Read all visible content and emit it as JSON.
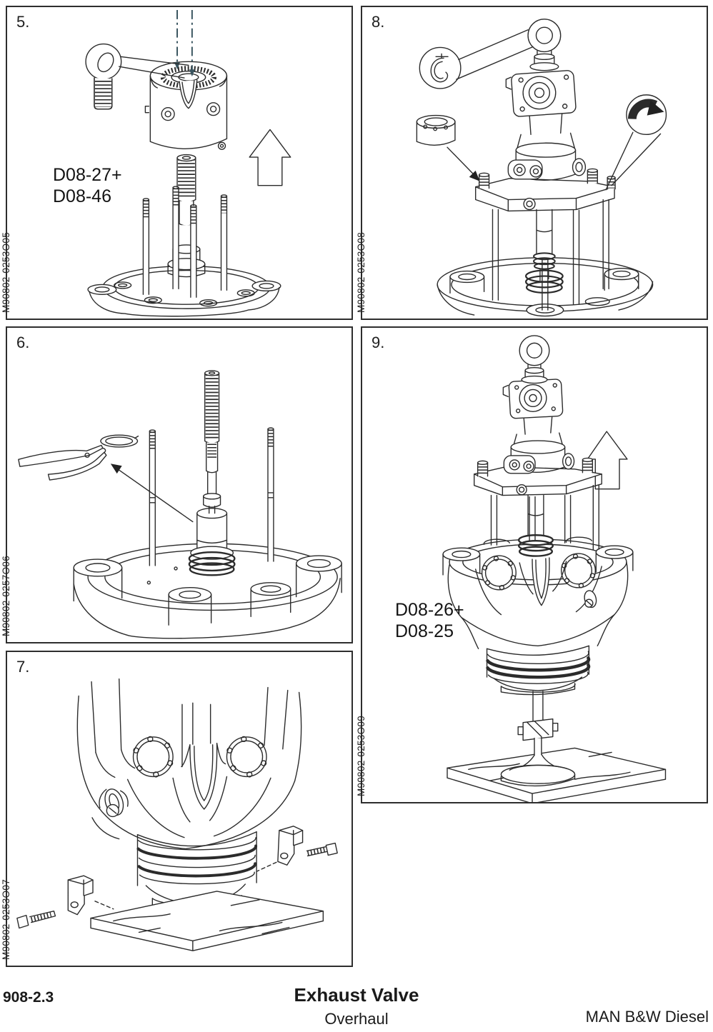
{
  "page": {
    "footer": {
      "section": "908-2.3",
      "title": "Exhaust Valve",
      "subtitle": "Overhaul",
      "company": "MAN B&W Diesel"
    }
  },
  "panels": {
    "p5": {
      "number": "5.",
      "code": "M90802-0253O05",
      "label1": "D08-27+",
      "label2": "D08-46"
    },
    "p6": {
      "number": "6.",
      "code": "M90802-0257O06"
    },
    "p7": {
      "number": "7.",
      "code": "M90802-0253O07"
    },
    "p8": {
      "number": "8.",
      "code": "M90802-0253O08"
    },
    "p9": {
      "number": "9.",
      "code": "M90802-0253O09",
      "label1": "D08-26+",
      "label2": "D08-25"
    }
  },
  "colors": {
    "line": "#2b2b2b",
    "centerline": "#3a5560",
    "paper": "#ffffff"
  }
}
